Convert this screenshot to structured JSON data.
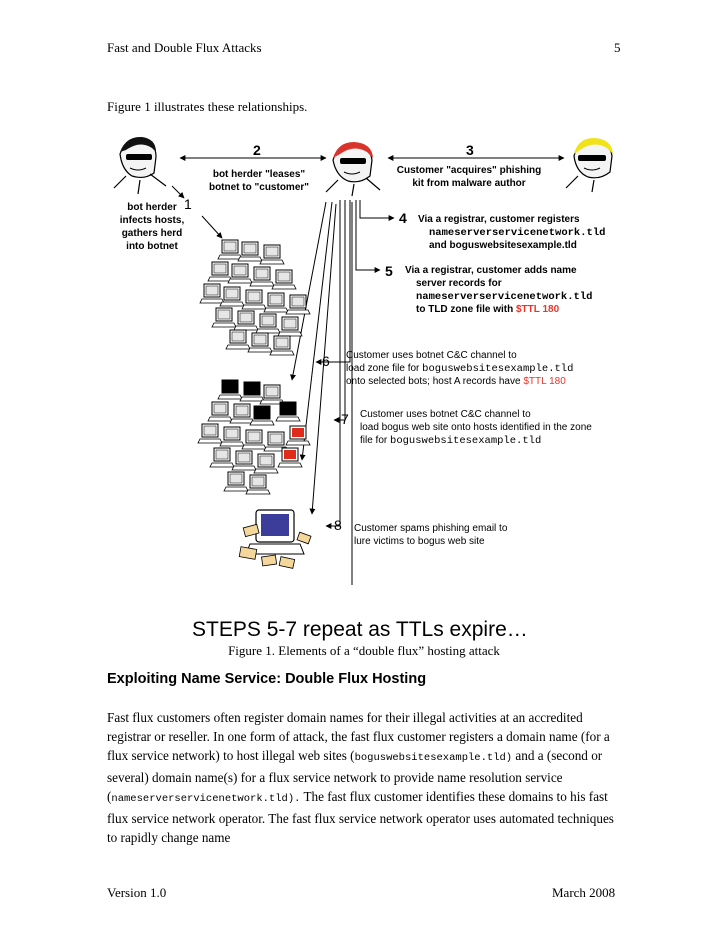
{
  "header": {
    "title": "Fast and Double Flux Attacks",
    "page_number": "5"
  },
  "intro": "Figure 1 illustrates these relationships.",
  "figure": {
    "step_numbers": [
      "1",
      "2",
      "3",
      "4",
      "5",
      "6",
      "7",
      "8"
    ],
    "labels": {
      "step1": [
        "bot herder",
        "infects hosts,",
        "gathers herd",
        "into botnet"
      ],
      "step2": [
        "bot herder \"leases\"",
        "botnet to \"customer\""
      ],
      "step3": [
        "Customer \"acquires\" phishing",
        "kit from malware author"
      ],
      "step4": [
        "Via a registrar, customer registers",
        "nameserverservicenetwork.tld",
        "and boguswebsitesexample.tld"
      ],
      "step5": [
        "Via a registrar, customer adds name",
        "server records for",
        "nameserverservicenetwork.tld",
        "to TLD zone file with ",
        "$TTL 180"
      ],
      "step6": [
        "Customer uses botnet C&C channel to",
        "load zone file for ",
        "boguswebsitesexample.tld",
        "onto selected bots; host A records have ",
        "$TTL 180"
      ],
      "step7": [
        "Customer uses botnet C&C channel to",
        "load bogus web site onto hosts identified in the zone",
        "file for ",
        "boguswebsitesexample.tld"
      ],
      "step8": [
        "Customer spams phishing email to",
        "lure victims to bogus web site"
      ]
    },
    "repeat_banner": "STEPS 5-7 repeat as TTLs expire…",
    "colors": {
      "highlight": "#e8342a",
      "hair_red": "#d9342b",
      "hair_yellow": "#f2e21a",
      "infected": "#e02a1c"
    }
  },
  "caption": "Figure 1. Elements of a “double flux” hosting attack",
  "section_title": "Exploiting Name Service: Double Flux Hosting",
  "paragraph": {
    "p1": "Fast flux customers often register domain names for their illegal activities at an accredited registrar or reseller. In one form of attack, the fast flux customer registers a domain name (for a flux service network) to host illegal web sites (",
    "code1": "boguswebsitesexample.tld)",
    "p2": " and a (second or several) domain name(s) for a flux service network to provide name resolution service (",
    "code2": "nameserverservicenetwork.tld).",
    "p3": " The fast flux customer identifies these domains to his fast flux service network operator. The fast flux service network operator uses automated techniques to rapidly change name"
  },
  "footer": {
    "version": "Version 1.0",
    "date": "March 2008"
  }
}
